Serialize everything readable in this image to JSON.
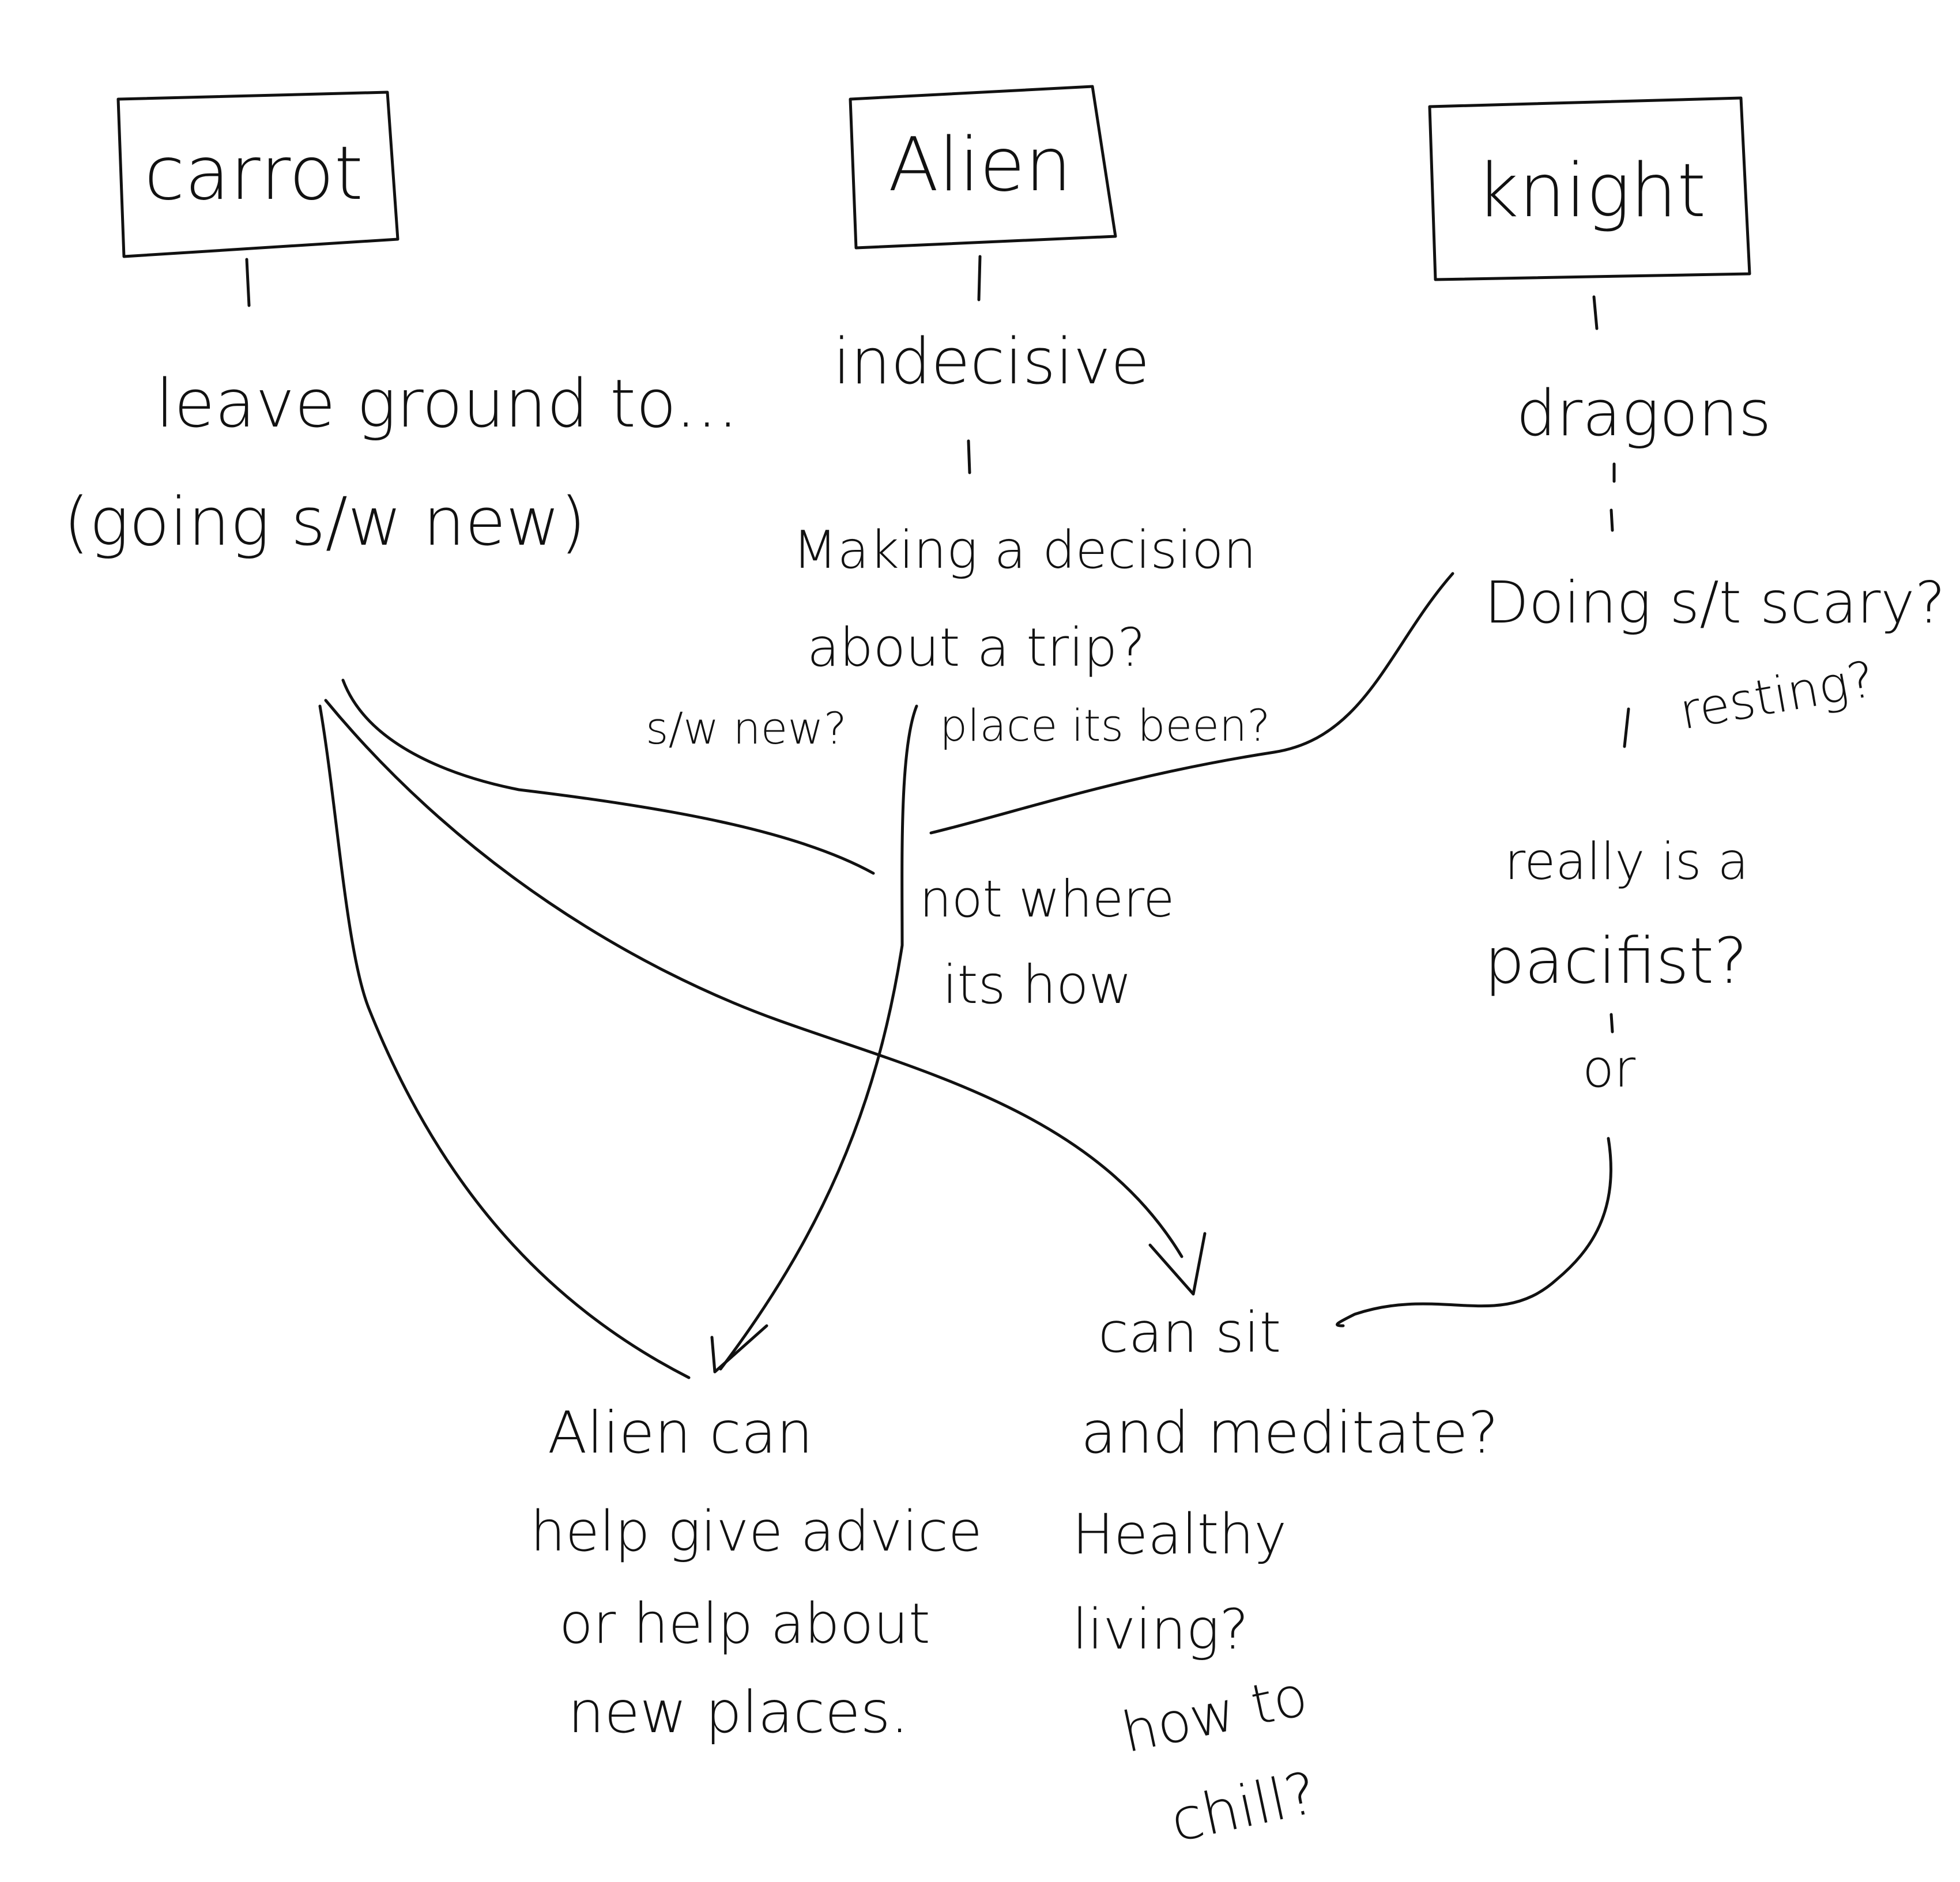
{
  "ink_color": "#111111",
  "background_color": "#ffffff",
  "boxes": {
    "carrot": "carrot",
    "alien": "Alien",
    "knight": "knight"
  },
  "carrot_branch": {
    "line1": "leave ground to...",
    "line2": "(going s/w new)"
  },
  "alien_branch": {
    "trait": "indecisive",
    "question_line1": "Making a decision",
    "question_line2": "about a trip?",
    "option_a": "s/w new?",
    "option_b": "place its been?"
  },
  "knight_branch": {
    "trait": "dragons",
    "question_line1": "Doing s/t scary?",
    "question_line2": "resting?",
    "pacifist_line1": "really is a",
    "pacifist_line2": "pacifist?",
    "or": "or"
  },
  "middle_note": {
    "line1": "not where",
    "line2": "its how"
  },
  "outcome_alien": {
    "line1": "Alien can",
    "line2": "help give advice",
    "line3": "or help about",
    "line4": "new places."
  },
  "outcome_meditate": {
    "line1": "can sit",
    "line2": "and meditate?",
    "line3": "Healthy",
    "line4": "living?",
    "line5": "how to",
    "line6": "chill?"
  }
}
